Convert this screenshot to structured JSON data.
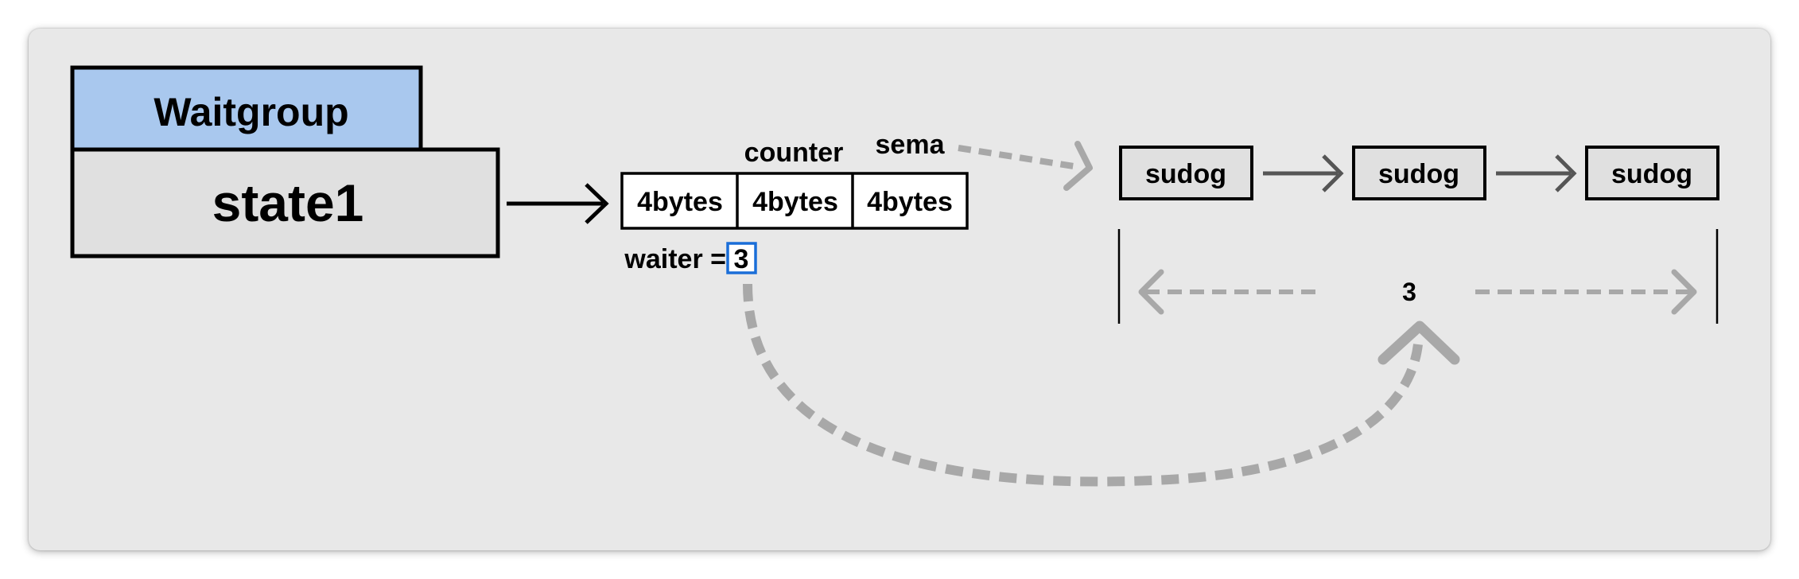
{
  "diagram": {
    "waitgroup_label": "Waitgroup",
    "state_label": "state1",
    "counter_label": "counter",
    "sema_label": "sema",
    "cells": [
      "4bytes",
      "4bytes",
      "4bytes"
    ],
    "waiter_label": "waiter =",
    "waiter_value": "3",
    "sudogs": [
      "sudog",
      "sudog",
      "sudog"
    ],
    "queue_count": "3"
  },
  "colors": {
    "panel_background": "#e8e8e8",
    "waitgroup_fill": "#a9c8ee",
    "state_fill": "#e0e0e0",
    "waiter_highlight": "#1a6ed8",
    "dashed_gray": "#a8a8a8",
    "arrow_gray": "#555555"
  }
}
